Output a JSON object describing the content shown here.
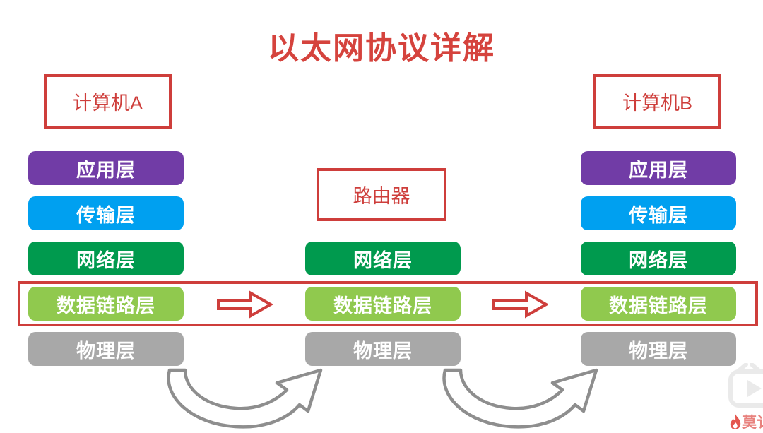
{
  "title": "以太网协议详解",
  "nodes": {
    "computer_a": "计算机A",
    "router": "路由器",
    "computer_b": "计算机B"
  },
  "stacks": [
    {
      "id": "computer-a",
      "layers": {
        "application": "应用层",
        "transport": "传输层",
        "network": "网络层",
        "datalink": "数据链路层",
        "physical": "物理层"
      }
    },
    {
      "id": "router",
      "layers": {
        "network": "网络层",
        "datalink": "数据链路层",
        "physical": "物理层"
      }
    },
    {
      "id": "computer-b",
      "layers": {
        "application": "应用层",
        "transport": "传输层",
        "network": "网络层",
        "datalink": "数据链路层",
        "physical": "物理层"
      }
    }
  ],
  "watermark": {
    "text": "莫讠"
  },
  "colors": {
    "accent_red": "#CE3E3B",
    "title_red": "#D5433D",
    "application_purple": "#713CA6",
    "transport_blue": "#00A0F0",
    "network_green": "#009A4E",
    "datalink_light_green": "#90C94E",
    "physical_gray": "#A8A8A8",
    "curve_arrow_gray": "#8E8E8E",
    "watermark_pink": "#E8827E"
  }
}
